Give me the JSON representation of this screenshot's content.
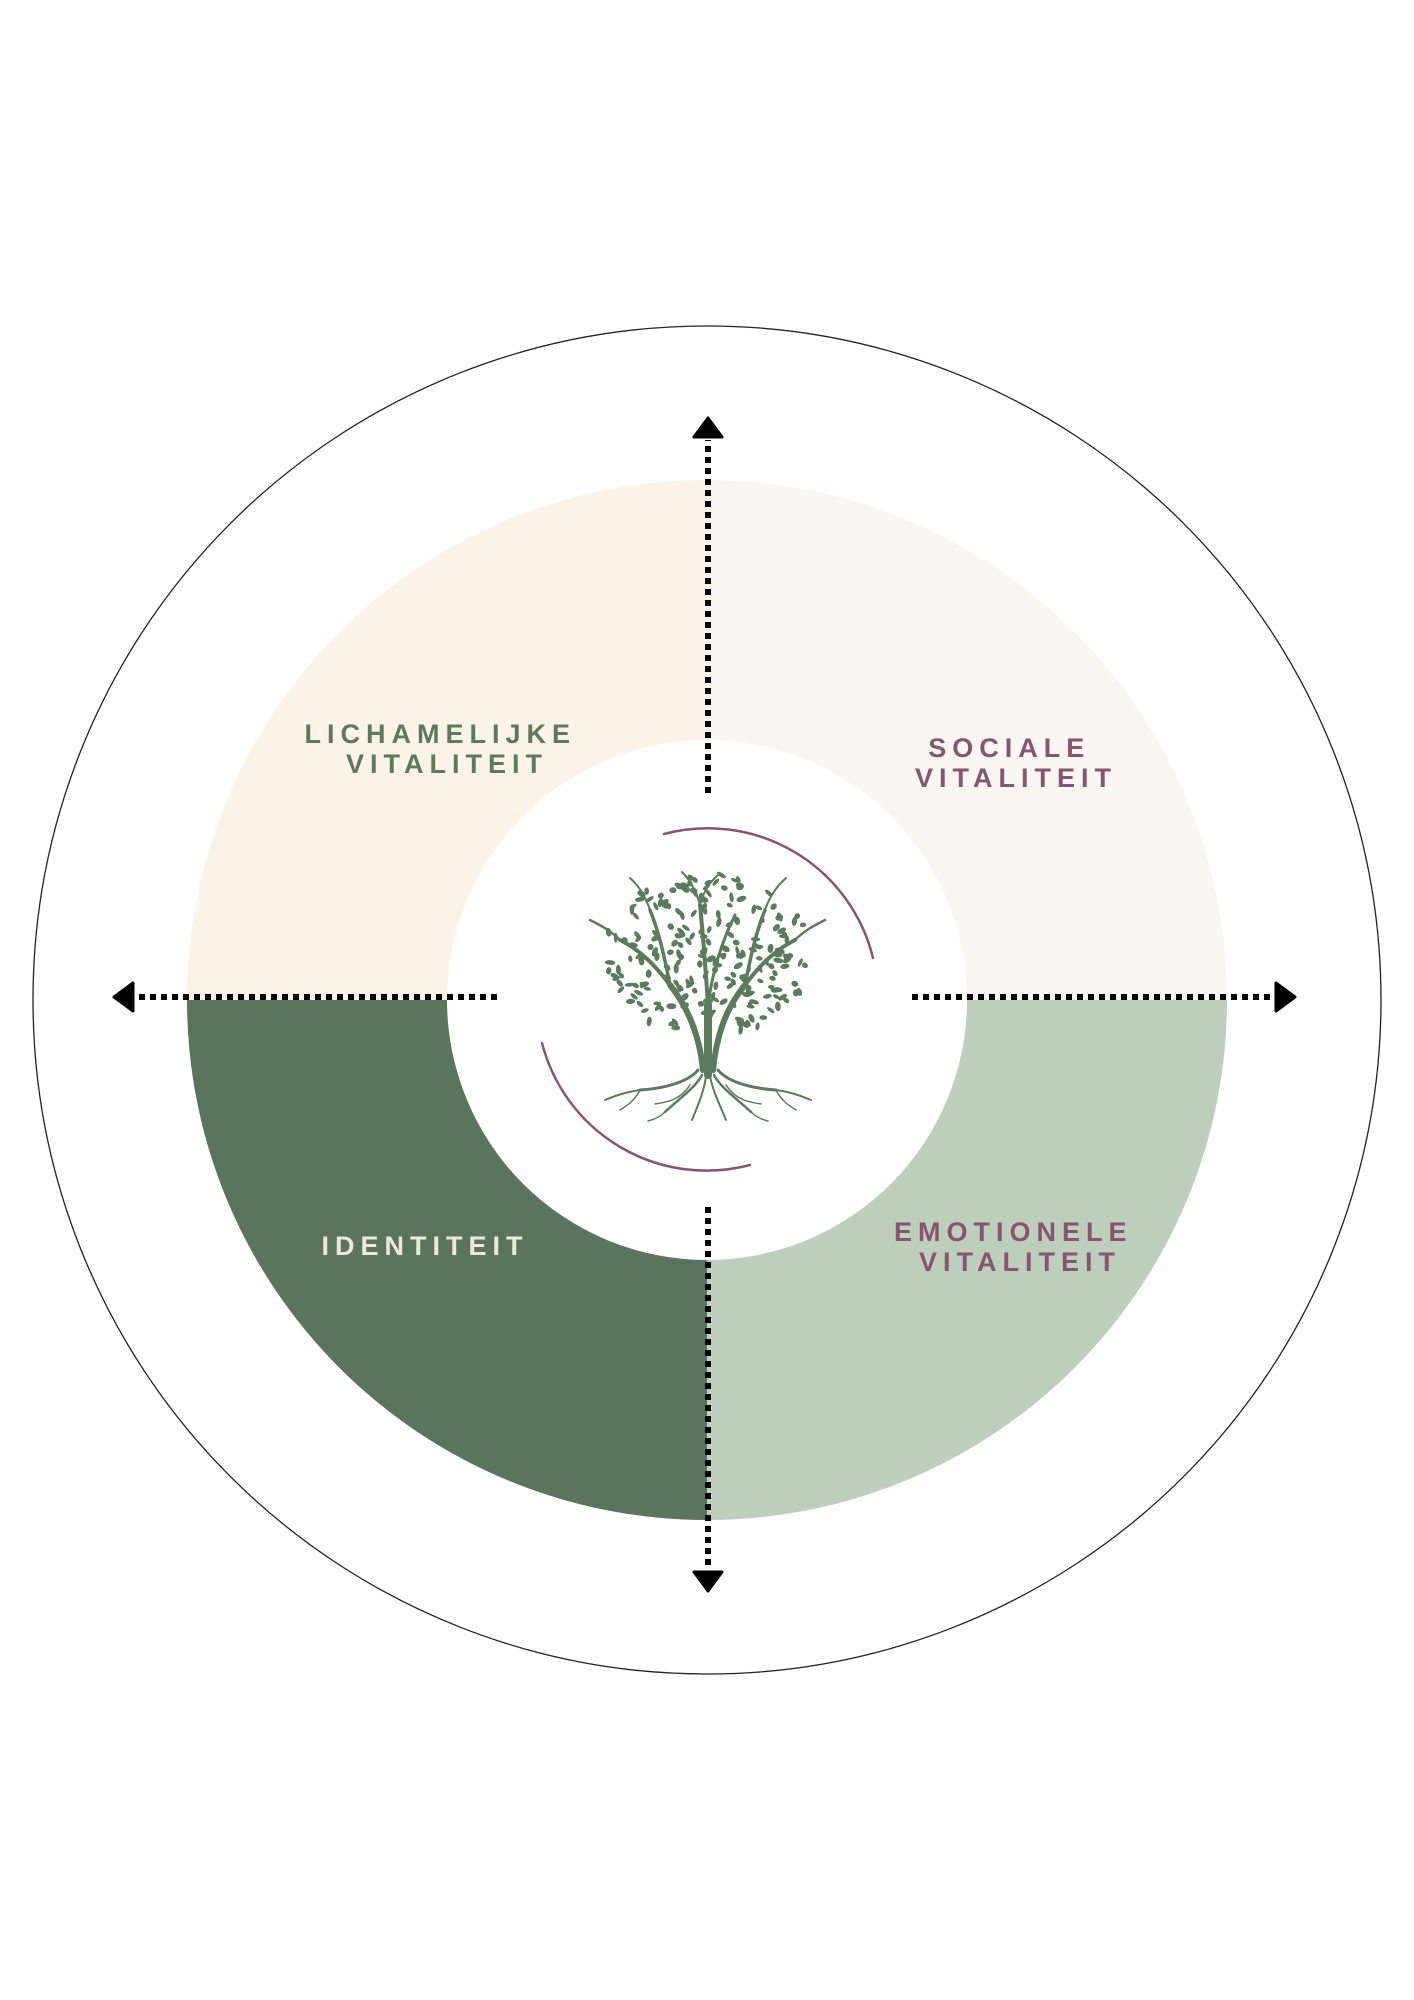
{
  "quadrants": {
    "top_left": {
      "line1": "LICHAMELIJKE",
      "line2": "VITALITEIT",
      "fill": "#FCF3E9",
      "text_color": "#5C7A5E"
    },
    "top_right": {
      "line1": "SOCIALE",
      "line2": "VITALITEIT",
      "fill": "#F8F7F3",
      "text_color": "#86566E"
    },
    "bottom_left": {
      "line1": "IDENTITEIT",
      "line2": "",
      "fill": "#5B745D",
      "text_color": "#EFE8DA"
    },
    "bottom_right": {
      "line1": "EMOTIONELE",
      "line2": "VITALITEIT",
      "fill": "#BECFBD",
      "text_color": "#86566E"
    }
  },
  "colors": {
    "outer_ring_stroke": "#222222",
    "arrows": "#000000",
    "accent_arcs": "#86566E",
    "tree": "#5C7A5E"
  },
  "icons": {
    "center": "tree-icon",
    "arrows": [
      "arrow-up-icon",
      "arrow-down-icon",
      "arrow-left-icon",
      "arrow-right-icon"
    ]
  }
}
